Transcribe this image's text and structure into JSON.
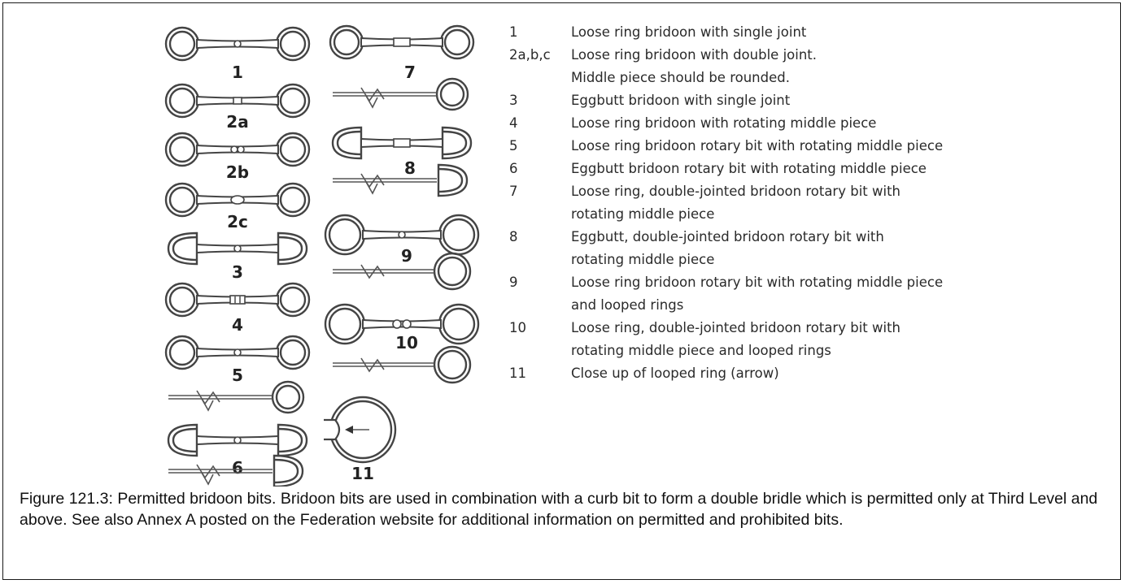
{
  "bit_labels": [
    "1",
    "2a",
    "2b",
    "2c",
    "3",
    "4",
    "5",
    "6",
    "7",
    "8",
    "9",
    "10",
    "11"
  ],
  "legend": [
    {
      "key": "1",
      "text": "Loose ring bridoon with single joint"
    },
    {
      "key": "2a,b,c",
      "text": "Loose ring bridoon with double joint."
    },
    {
      "key": "",
      "text": "Middle piece should be rounded."
    },
    {
      "key": "3",
      "text": "Eggbutt bridoon with single joint"
    },
    {
      "key": "4",
      "text": "Loose ring bridoon with rotating middle piece"
    },
    {
      "key": "5",
      "text": "Loose ring bridoon rotary bit with rotating middle piece"
    },
    {
      "key": "6",
      "text": "Eggbutt bridoon rotary bit with rotating middle piece"
    },
    {
      "key": "7",
      "text": "Loose ring, double-jointed bridoon rotary bit with"
    },
    {
      "key": "",
      "text": "rotating middle piece"
    },
    {
      "key": "8",
      "text": "Eggbutt, double-jointed bridoon rotary bit with"
    },
    {
      "key": "",
      "text": "rotating middle piece"
    },
    {
      "key": "9",
      "text": "Loose ring bridoon rotary bit with rotating middle piece"
    },
    {
      "key": "",
      "text": "and looped rings"
    },
    {
      "key": "10",
      "text": "Loose ring, double-jointed bridoon rotary bit with"
    },
    {
      "key": "",
      "text": "rotating middle piece and looped rings"
    },
    {
      "key": "11",
      "text": "Close up of looped ring (arrow)"
    }
  ],
  "caption": "Figure 121.3: Permitted bridoon bits. Bridoon bits are used in combination with a curb bit to form a double bridle which is permitted only at Third Level and above. See also Annex A posted on the Federation website for additional information on permitted and prohibited bits."
}
